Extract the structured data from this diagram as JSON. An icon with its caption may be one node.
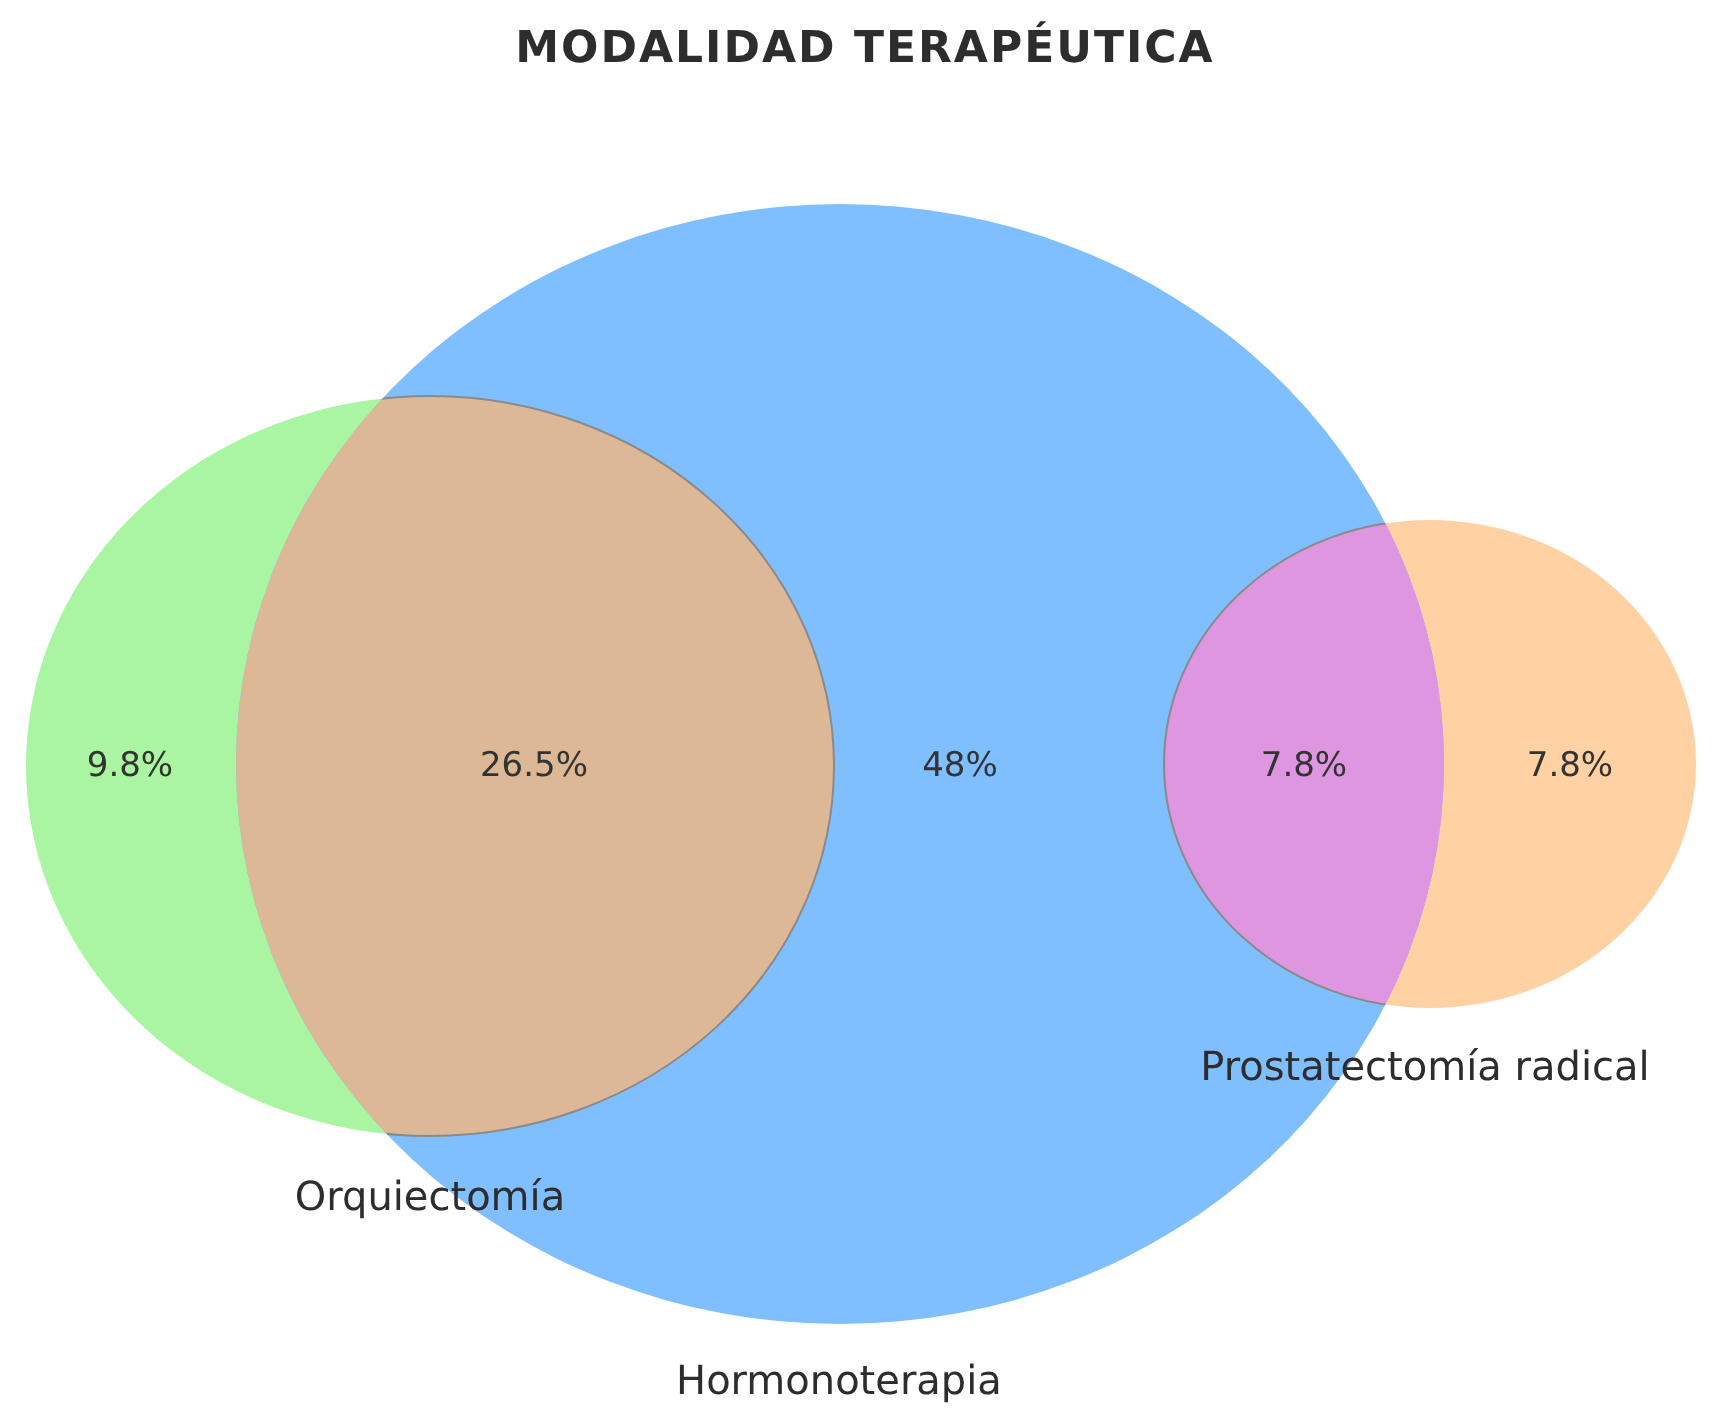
{
  "diagram": {
    "title": "MODALIDAD TERAPÉUTICA",
    "nodes": [
      {
        "text": [
          "Orquiectomía"
        ]
      },
      {
        "text": [
          "Hormonoterapia"
        ]
      },
      {
        "text": [
          "Prostatectomía radical"
        ]
      }
    ],
    "labels": [
      "9.8%",
      "26.5%",
      "48%",
      "7.8%",
      "7.8%"
    ]
  }
}
